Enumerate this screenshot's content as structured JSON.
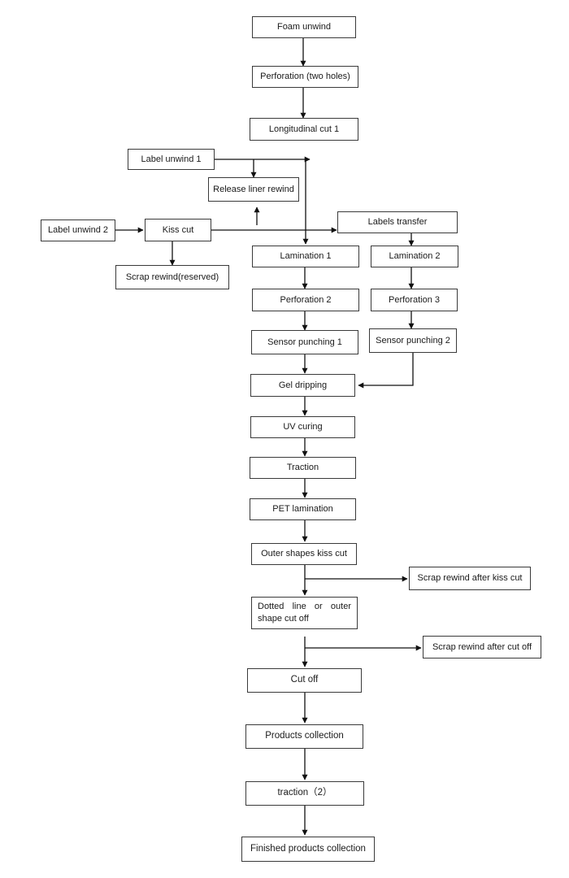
{
  "nodes": {
    "foam_unwind": "Foam unwind",
    "perforation_two_holes": "Perforation (two holes)",
    "longitudinal_cut_1": "Longitudinal cut 1",
    "label_unwind_1": "Label unwind 1",
    "release_liner_rewind": "Release liner rewind",
    "label_unwind_2": "Label unwind 2",
    "kiss_cut": "Kiss cut",
    "labels_transfer": "Labels transfer",
    "scrap_rewind_reserved": "Scrap rewind(reserved)",
    "lamination_1": "Lamination 1",
    "lamination_2": "Lamination 2",
    "perforation_2": "Perforation 2",
    "perforation_3": "Perforation 3",
    "sensor_punching_1": "Sensor punching 1",
    "sensor_punching_2": "Sensor punching 2",
    "gel_dripping": "Gel dripping",
    "uv_curing": "UV curing",
    "traction": "Traction",
    "pet_lamination": "PET lamination",
    "outer_shapes_kiss_cut": "Outer shapes kiss cut",
    "scrap_rewind_after_kiss_cut": "Scrap rewind after kiss cut",
    "dotted_line_cut_off": "Dotted line or outer shape cut off",
    "scrap_rewind_after_cut_off": "Scrap rewind after cut off",
    "cut_off": "Cut off",
    "products_collection": "Products collection",
    "traction_2": "traction（2）",
    "finished_products_collection": "Finished products collection"
  }
}
